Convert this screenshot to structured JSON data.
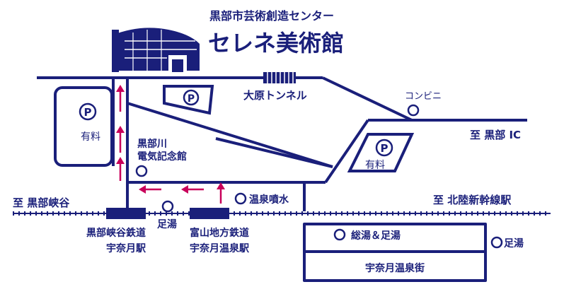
{
  "brand": {
    "org": "黒部市芸術創造センター",
    "museum": "セレネ美術館"
  },
  "colors": {
    "road": "#1a1f7a",
    "arrow": "#c8005a",
    "background": "#ffffff"
  },
  "labels": {
    "tunnel": "大原トンネル",
    "convenience": "コンビニ",
    "to_ic": "至 黒部 IC",
    "parking_mark": "P",
    "paid": "有料",
    "paid_east": "有料",
    "memorial_l1": "黒部川",
    "memorial_l2": "電気記念館",
    "fountain": "温泉噴水",
    "to_shinkansen": "至 北陸新幹線駅",
    "to_gorge": "至 黒部峡谷",
    "footbath_center": "足湯",
    "footbath_east": "足湯",
    "sou_yu": "総湯＆足湯",
    "onsen_street": "宇奈月温泉街",
    "station_gorge_l1": "黒部峡谷鉄道",
    "station_gorge_l2": "宇奈月駅",
    "station_toyama_l1": "富山地方鉄道",
    "station_toyama_l2": "宇奈月温泉駅"
  }
}
